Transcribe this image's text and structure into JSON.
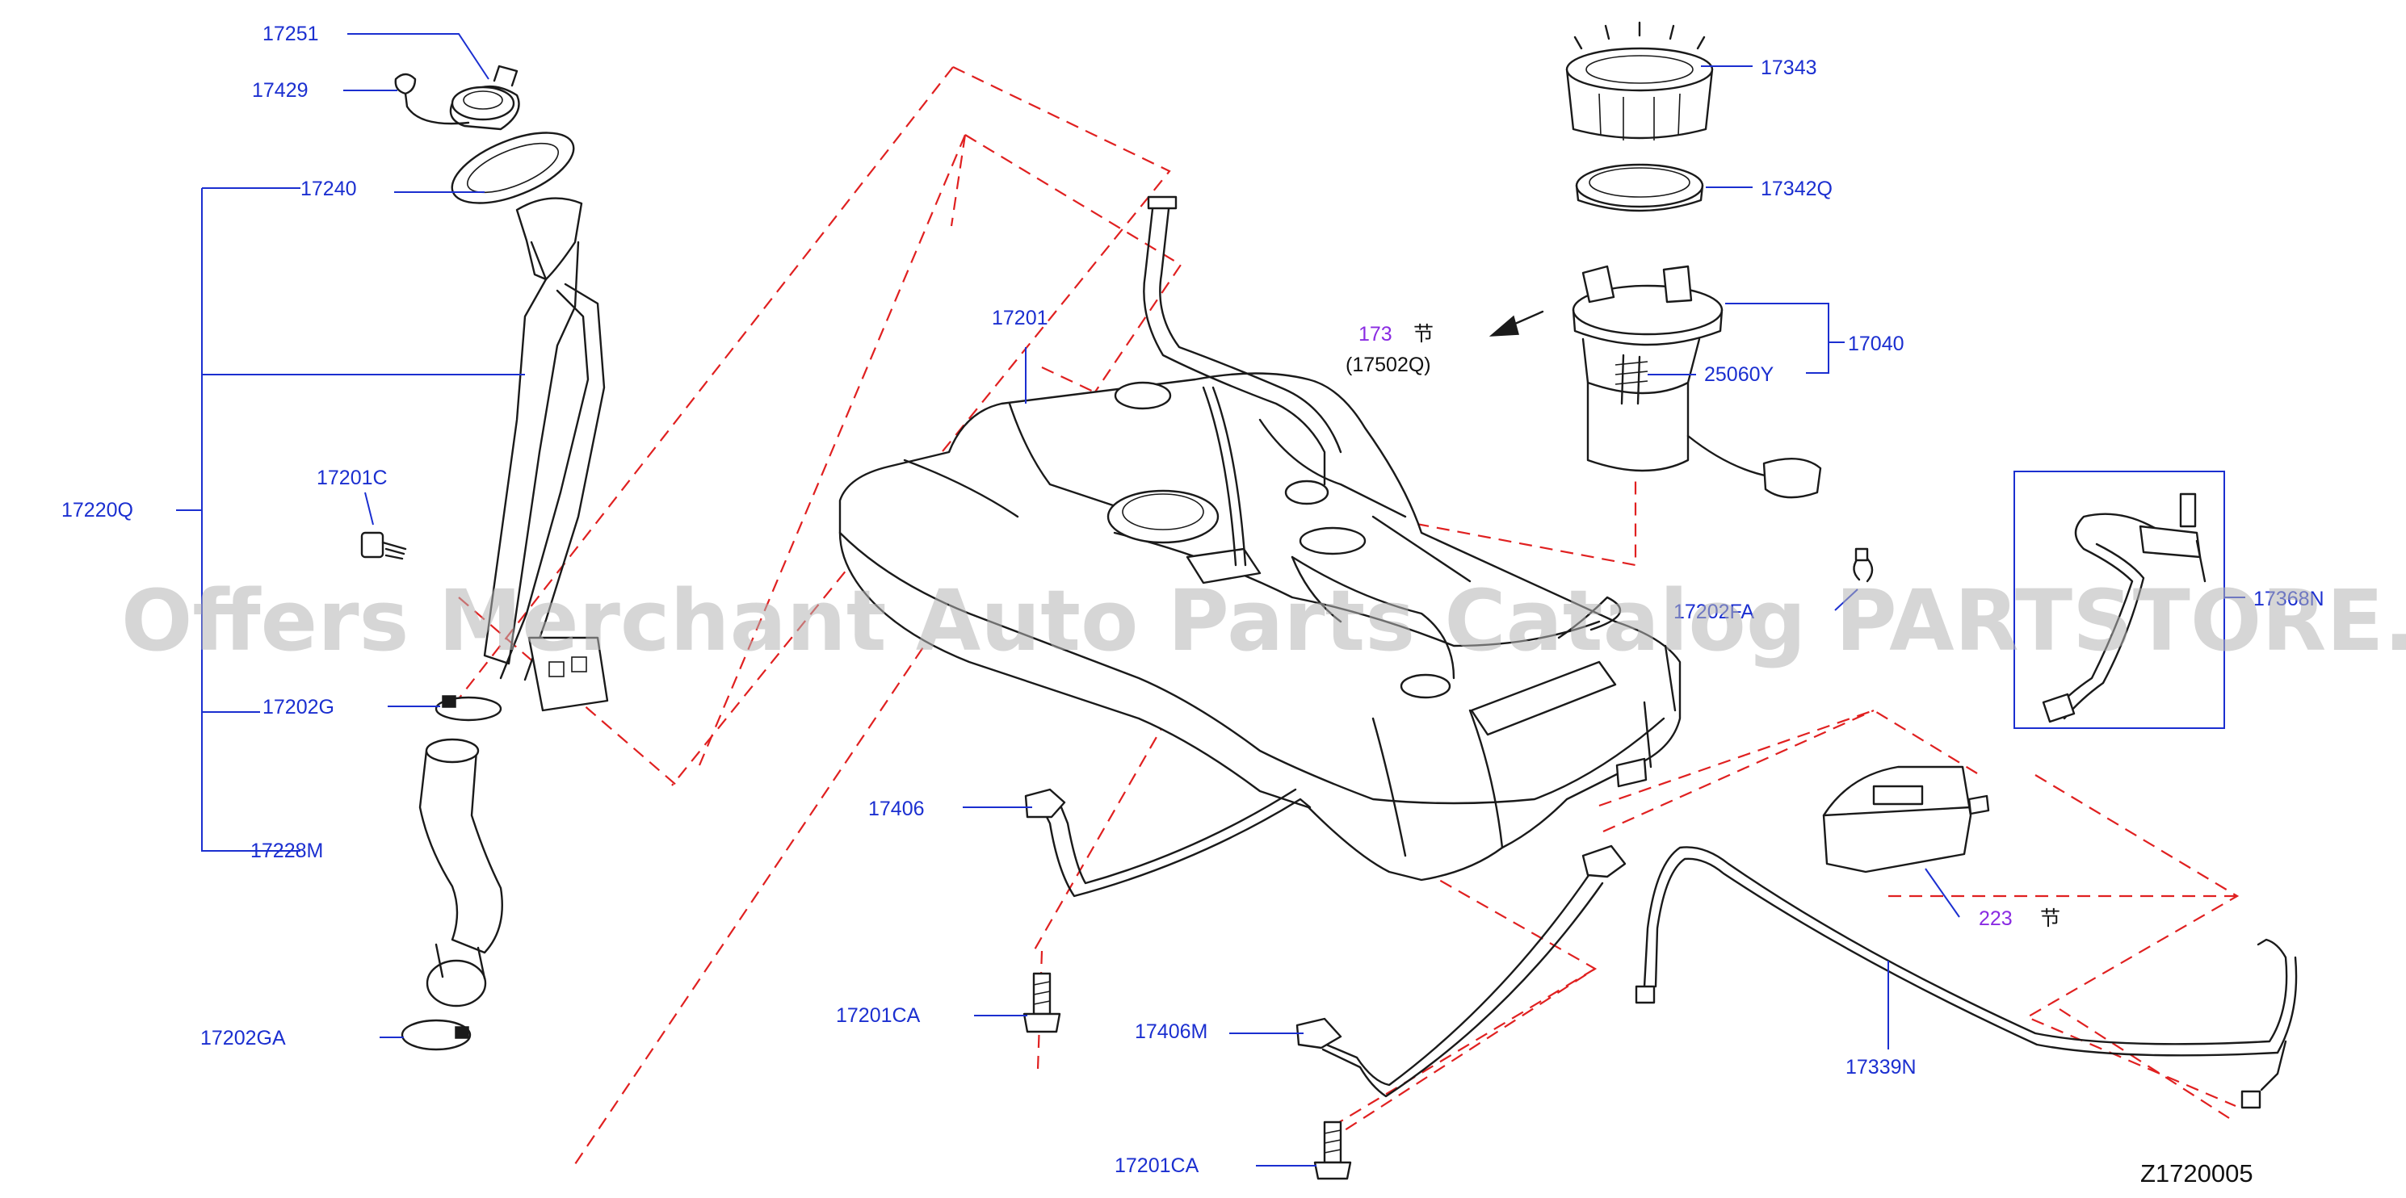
{
  "watermark": "Offers Merchant Auto Parts Catalog PARTSTORE.SA",
  "diagram_code": "Z1720005",
  "parts": {
    "p17251": "17251",
    "p17429": "17429",
    "p17240": "17240",
    "p17220Q": "17220Q",
    "p17201C": "17201C",
    "p17202G": "17202G",
    "p17228M": "17228M",
    "p17202GA": "17202GA",
    "p17201": "17201",
    "p17406": "17406",
    "p17201CA_a": "17201CA",
    "p17406M": "17406M",
    "p17201CA_b": "17201CA",
    "p17343": "17343",
    "p17342Q": "17342Q",
    "p17040": "17040",
    "p25060Y": "25060Y",
    "p17202FA": "17202FA",
    "p17368N": "17368N",
    "p17339N": "17339N"
  },
  "section_refs": {
    "ref173_num": "173",
    "ref173_mark": "节",
    "ref173_sub": "(17502Q)",
    "ref223_num": "223",
    "ref223_mark": "节"
  },
  "colors": {
    "label": "#1b2fd0",
    "section_ref": "#8a2be2",
    "dashed_guide": "#e02020",
    "watermark": "#b4b4b4"
  }
}
